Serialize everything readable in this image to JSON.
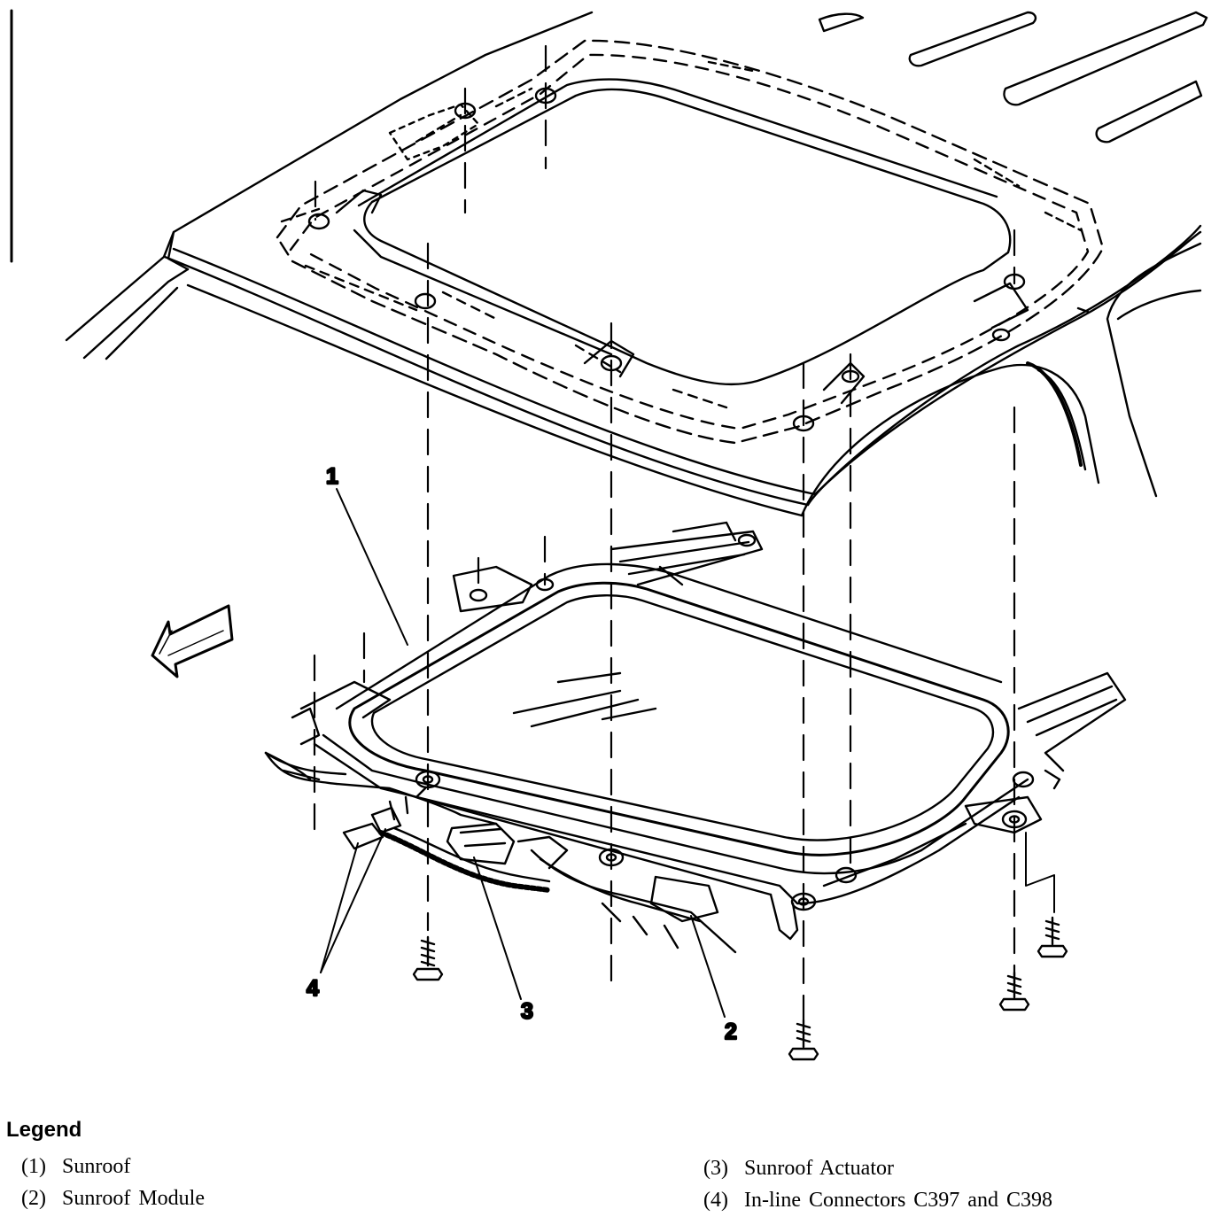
{
  "callouts": {
    "c1": "1",
    "c2": "2",
    "c3": "3",
    "c4": "4"
  },
  "legend": {
    "title": "Legend",
    "items": [
      {
        "num": "(1)",
        "label": "Sunroof"
      },
      {
        "num": "(2)",
        "label": "Sunroof Module"
      },
      {
        "num": "(3)",
        "label": "Sunroof Actuator"
      },
      {
        "num": "(4)",
        "label": "In-line Connectors C397 and C398"
      }
    ]
  },
  "colors": {
    "ink": "#000000",
    "paper": "#ffffff"
  },
  "icons": {
    "direction": "front-direction-arrow-icon",
    "bolt": "bolt-icon"
  }
}
